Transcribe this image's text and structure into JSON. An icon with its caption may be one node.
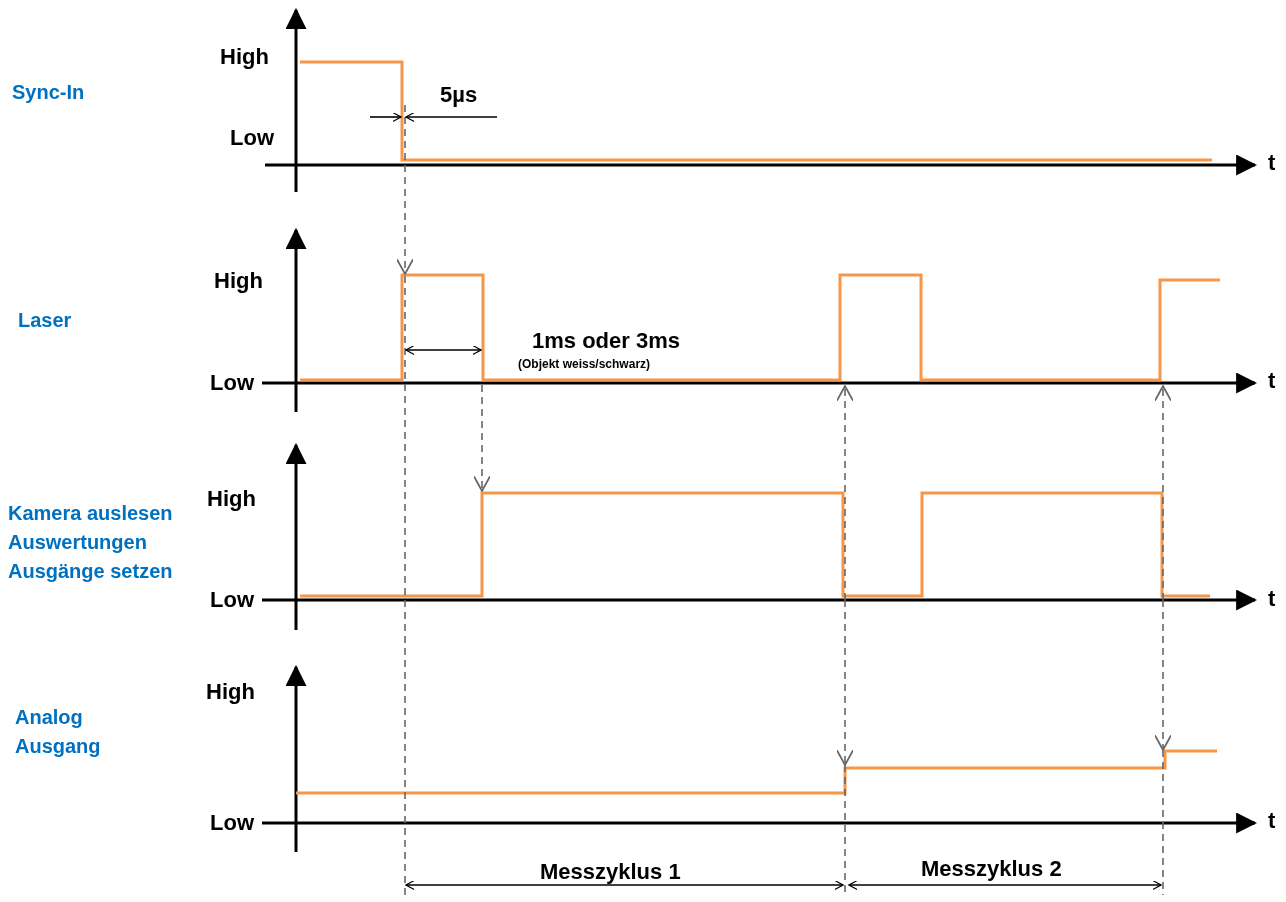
{
  "diagram": {
    "labels": [
      "Sync-In",
      "High",
      "Low",
      "5µs",
      "t",
      "Laser",
      "High",
      "Low",
      "1ms oder 3ms",
      "(Objekt weiss/schwarz)",
      "t",
      "Kamera auslesen Auswertungen Ausgänge setzen",
      "High",
      "Low",
      "t",
      "Analog Ausgang",
      "High",
      "Low",
      "t",
      "Messzyklus 1",
      "Messzyklus 2"
    ]
  }
}
